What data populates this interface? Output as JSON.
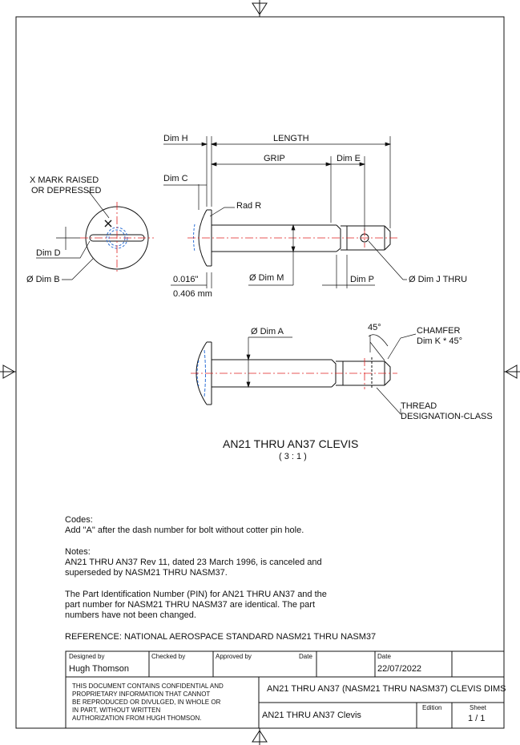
{
  "labels": {
    "dim_h": "Dim H",
    "length": "LENGTH",
    "grip": "GRIP",
    "dim_e": "Dim E",
    "dim_c": "Dim C",
    "x_mark_1": "X MARK RAISED",
    "x_mark_2": "OR DEPRESSED",
    "rad_r": "Rad R",
    "dim_d": "Dim D",
    "dim_b": "Ø Dim B",
    "dim_m": "Ø Dim M",
    "dim_p": "Dim P",
    "dim_j": "Ø Dim J THRU",
    "inch": "0.016\"",
    "mm": "0.406  mm",
    "dim_a": "Ø Dim A",
    "angle": "45°",
    "chamfer_1": "CHAMFER",
    "chamfer_2": "Dim K * 45°",
    "thread_1": "THREAD",
    "thread_2": "DESIGNATION-CLASS"
  },
  "view": {
    "title": "AN21 THRU AN37 CLEVIS",
    "scale": "( 3 : 1 )"
  },
  "notes": {
    "codes_heading": "Codes:",
    "codes_line": "Add \"A\" after the dash number for bolt without cotter pin hole.",
    "notes_heading": "Notes:",
    "note1_line1": "AN21 THRU AN37 Rev 11, dated 23 March 1996, is canceled and",
    "note1_line2": "superseded by NASM21 THRU NASM37.",
    "note2_line1": "The Part Identification Number (PIN) for AN21 THRU AN37 and the",
    "note2_line2": "part number for NASM21 THRU NASM37 are identical. The part",
    "note2_line3": "numbers have not been changed.",
    "reference": "REFERENCE: NATIONAL AEROSPACE STANDARD NASM21 THRU NASM37"
  },
  "title_block": {
    "designed_by_label": "Designed by",
    "designed_by": "Hugh Thomson",
    "checked_by_label": "Checked by",
    "approved_by_label": "Approved by",
    "date_label_1": "Date",
    "date_label_2": "Date",
    "date": "22/07/2022",
    "warning_1": "THIS DOCUMENT CONTAINS CONFIDENTIAL AND",
    "warning_2": "PROPRIETARY INFORMATION THAT CANNOT",
    "warning_3": "BE REPRODUCED OR DIVULGED, IN WHOLE OR",
    "warning_4": "IN PART, WITHOUT WRITTEN",
    "warning_5": "AUTHORIZATION FROM HUGH THOMSON.",
    "drawing_title": "AN21 THRU AN37 (NASM21 THRU NASM37) CLEVIS DIMS",
    "part_name": "AN21 THRU AN37 Clevis",
    "edition_label": "Edition",
    "sheet_label": "Sheet",
    "sheet": "1 / 1"
  },
  "colors": {
    "line": "#111111",
    "centerline": "#e02020",
    "hidden": "#2b6fd6"
  }
}
